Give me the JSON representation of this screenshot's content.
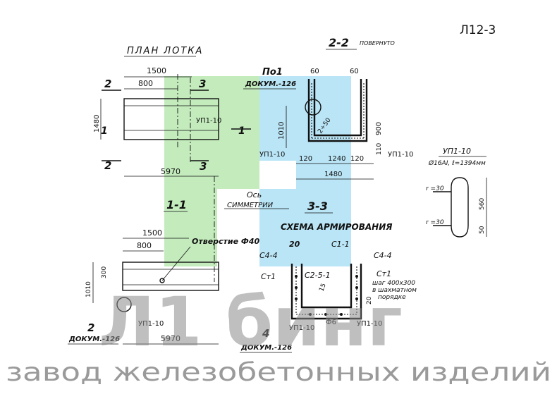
{
  "sheet_code": "Л12-3",
  "plan": {
    "title": "ПЛАН ЛОТКА",
    "dim_total_top": "1500",
    "dim_inner_top": "800",
    "dim_height": "1480",
    "dim_length": "5970",
    "rebar_label": "УП1-10",
    "cut_2": "2",
    "cut_3": "3",
    "cut_1": "1"
  },
  "section22": {
    "title": "2-2",
    "title_note": "ПОВЕРНУТО",
    "ref_label": "По1",
    "ref_doc": "ДОКУМ.-126",
    "dim_60_left": "60",
    "dim_60_right": "60",
    "dim_1010": "1010",
    "dim_900": "900",
    "dim_110": "110",
    "dim_250": "2÷50",
    "dim_120_left": "120",
    "dim_1240": "1240",
    "dim_120_right": "120",
    "dim_1480": "1480",
    "rebar_left": "УП1-10",
    "rebar_right": "УП1-10"
  },
  "axis": {
    "label": "Ось",
    "label2": "СИММЕТРИИ"
  },
  "section11": {
    "title": "1-1",
    "dim_1500": "1500",
    "dim_800": "800",
    "hole_label": "Отверстие Ф40",
    "dim_300": "300",
    "dim_1010": "1010",
    "dim_5970": "5970",
    "rebar_label": "УП1-10",
    "ref_num": "2",
    "ref_doc": "ДОКУМ.-126"
  },
  "section33": {
    "title": "3-3",
    "scheme_title": "СХЕМА АРМИРОВАНИЯ",
    "dim_20": "20",
    "c11": "С1-1",
    "c44_left": "С4-4",
    "c44_right": "С4-4",
    "ct1_left": "Ст1",
    "ct1_right": "Ст1",
    "c251": "С2-5-1",
    "dim_15": "15",
    "dim_20_side": "20",
    "step_note_1": "шаг 400х300",
    "step_note_2": "в шахматном",
    "step_note_3": "порядке",
    "rebar_bottom": "УП1-10",
    "rebar_right": "УП1-10",
    "phi6": "Ф6",
    "ref_num": "4",
    "ref_doc": "ДОКУМ.-126"
  },
  "detail": {
    "title": "УП1-10",
    "spec": "Ø16АI, ℓ=1394мм",
    "r_top": "r =30",
    "r_bottom": "r =30",
    "dim_560": "560",
    "dim_50": "50"
  },
  "watermark": {
    "letters": "Л1 бинг",
    "subtitle": "завод железобетонных изделий"
  },
  "colors": {
    "logo_green": "#b9e8b0",
    "logo_blue": "#aee0f5",
    "watermark_gray": "#8c8c8c"
  }
}
